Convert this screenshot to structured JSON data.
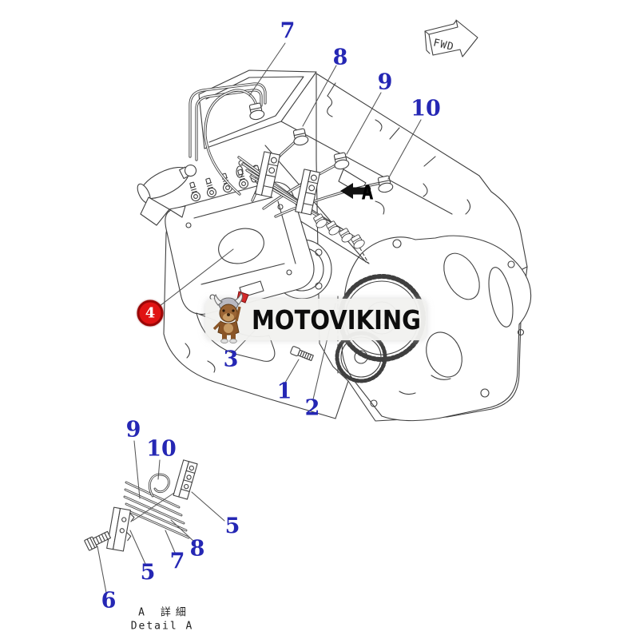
{
  "watermark": {
    "brand": "MOTOVIKING",
    "mascot_icon": "viking-dog-mascot"
  },
  "orientation_flag": {
    "label": "FWD"
  },
  "view_marker": {
    "label": "A",
    "arrow_icon": "left-solid-arrow"
  },
  "detail_caption": {
    "jp": "A 詳細",
    "en": "Detail A"
  },
  "callouts": {
    "main": [
      {
        "label": "7"
      },
      {
        "label": "8"
      },
      {
        "label": "9"
      },
      {
        "label": "10"
      },
      {
        "label": "4",
        "highlight": true
      },
      {
        "label": "3"
      },
      {
        "label": "1"
      },
      {
        "label": "2"
      }
    ],
    "detail": [
      {
        "label": "9"
      },
      {
        "label": "10"
      },
      {
        "label": "5"
      },
      {
        "label": "8"
      },
      {
        "label": "7"
      },
      {
        "label": "5"
      },
      {
        "label": "6"
      }
    ]
  },
  "colors": {
    "callout": "#2527b4",
    "highlight_circle": "#e01313",
    "highlight_text": "#ffffff",
    "line_art": "#3f3f3f",
    "watermark_bg": "#f1f1ef",
    "watermark_text": "#0d0d0d"
  }
}
